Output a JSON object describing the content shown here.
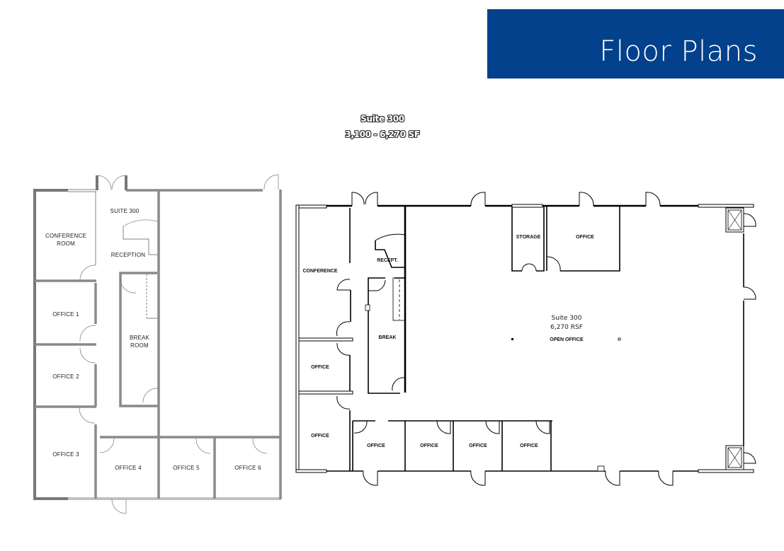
{
  "header": {
    "title": "Floor Plans",
    "banner_color": "#04418c"
  },
  "suite_heading": {
    "name": "Suite 300",
    "size_range": "3,100 - 6,270 SF"
  },
  "plan_left": {
    "rooms": {
      "conference": [
        "CONFERENCE",
        "ROOM"
      ],
      "suite": "SUITE 300",
      "reception": "RECEPTION",
      "office_1": "OFFICE 1",
      "office_2": "OFFICE 2",
      "office_3": "OFFICE 3",
      "office_4": "OFFICE 4",
      "office_5": "OFFICE 5",
      "office_6": "OFFICE 6",
      "break": [
        "BREAK",
        "ROOM"
      ]
    }
  },
  "plan_right": {
    "suite_name": "Suite 300",
    "suite_area": "6,270 RSF",
    "rooms": {
      "conference": "CONFERENCE",
      "reception": "RECEPT.",
      "break": "BREAK",
      "storage": "STORAGE",
      "office_top": "OFFICE",
      "open_office": "OPEN OFFICE",
      "office_left_1": "OFFICE",
      "office_left_2": "OFFICE",
      "office_bottom_1": "OFFICE",
      "office_bottom_2": "OFFICE",
      "office_bottom_3": "OFFICE",
      "office_bottom_4": "OFFICE"
    }
  }
}
